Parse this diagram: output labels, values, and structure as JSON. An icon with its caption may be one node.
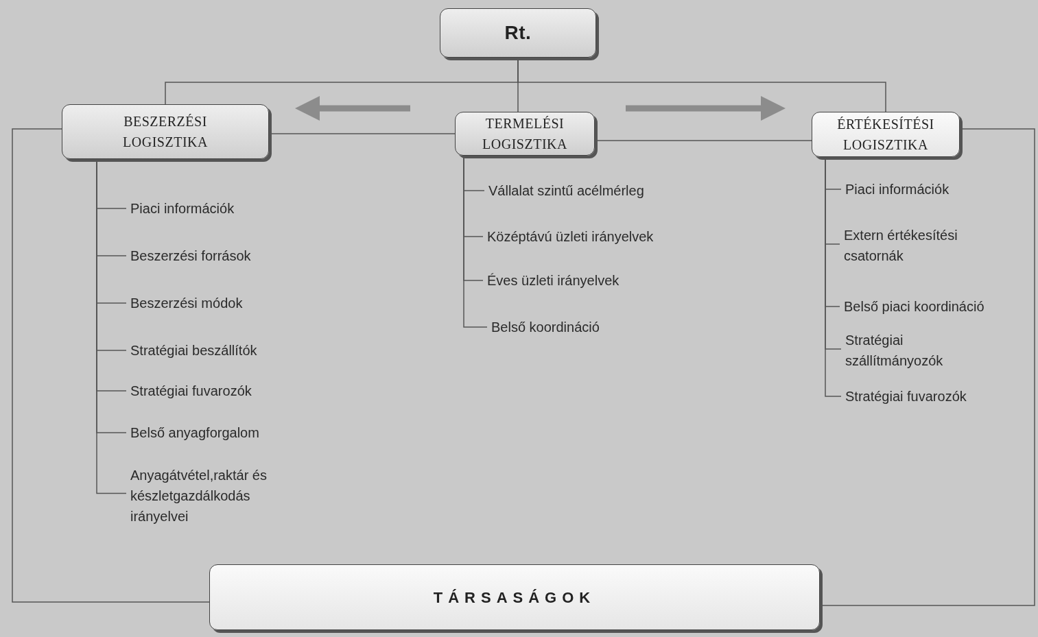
{
  "diagram": {
    "nodes": [
      {
        "text": [
          "Rt."
        ]
      },
      {
        "text": [
          "BESZERZÉSI LOGISZTIKA"
        ]
      },
      {
        "text": [
          "TERMELÉSI LOGISZTIKA"
        ]
      },
      {
        "text": [
          "ÉRTÉKESÍTÉSI LOGISZTIKA"
        ]
      },
      {
        "text": [
          "Piaci információk"
        ]
      },
      {
        "text": [
          "Beszerzési források"
        ]
      },
      {
        "text": [
          "Beszerzési módok"
        ]
      },
      {
        "text": [
          "Stratégiai beszállítók"
        ]
      },
      {
        "text": [
          "Stratégiai fuvarozók"
        ]
      },
      {
        "text": [
          "Belső anyagforgalom"
        ]
      },
      {
        "text": [
          "Anyagátvétel,raktár és készletgazdálkodás irányelvei"
        ]
      },
      {
        "text": [
          "Vállalat szintű acélmérleg"
        ]
      },
      {
        "text": [
          "Középtávú üzleti irányelvek"
        ]
      },
      {
        "text": [
          "Éves üzleti irányelvek"
        ]
      },
      {
        "text": [
          "Belső koordináció"
        ]
      },
      {
        "text": [
          "Piaci információk"
        ]
      },
      {
        "text": [
          "Extern értékesítési csatornák"
        ]
      },
      {
        "text": [
          "Belső piaci koordináció"
        ]
      },
      {
        "text": [
          "Stratégiai szállítmányozók"
        ]
      },
      {
        "text": [
          "Stratégiai fuvarozók"
        ]
      },
      {
        "text": [
          "TÁRSASÁGOK"
        ]
      }
    ],
    "edges": [
      {
        "from": 0,
        "to": 1,
        "arrow": "none"
      },
      {
        "from": 0,
        "to": 2,
        "arrow": "none"
      },
      {
        "from": 0,
        "to": 3,
        "arrow": "none"
      },
      {
        "from": 2,
        "to": 1,
        "arrow": "none"
      },
      {
        "from": 2,
        "to": 3,
        "arrow": "none"
      },
      {
        "from": 2,
        "to": 1,
        "arrow": "to",
        "style": "thick",
        "color": "#8c8c8c"
      },
      {
        "from": 2,
        "to": 3,
        "arrow": "to",
        "style": "thick",
        "color": "#8c8c8c"
      },
      {
        "from": 1,
        "to": 4,
        "arrow": "none"
      },
      {
        "from": 1,
        "to": 5,
        "arrow": "none"
      },
      {
        "from": 1,
        "to": 6,
        "arrow": "none"
      },
      {
        "from": 1,
        "to": 7,
        "arrow": "none"
      },
      {
        "from": 1,
        "to": 8,
        "arrow": "none"
      },
      {
        "from": 1,
        "to": 9,
        "arrow": "none"
      },
      {
        "from": 1,
        "to": 10,
        "arrow": "none"
      },
      {
        "from": 2,
        "to": 11,
        "arrow": "none"
      },
      {
        "from": 2,
        "to": 12,
        "arrow": "none"
      },
      {
        "from": 2,
        "to": 13,
        "arrow": "none"
      },
      {
        "from": 2,
        "to": 14,
        "arrow": "none"
      },
      {
        "from": 3,
        "to": 15,
        "arrow": "none"
      },
      {
        "from": 3,
        "to": 16,
        "arrow": "none"
      },
      {
        "from": 3,
        "to": 17,
        "arrow": "none"
      },
      {
        "from": 3,
        "to": 18,
        "arrow": "none"
      },
      {
        "from": 3,
        "to": 19,
        "arrow": "none"
      },
      {
        "from": 1,
        "to": 20,
        "arrow": "none"
      },
      {
        "from": 3,
        "to": 20,
        "arrow": "none"
      }
    ]
  }
}
